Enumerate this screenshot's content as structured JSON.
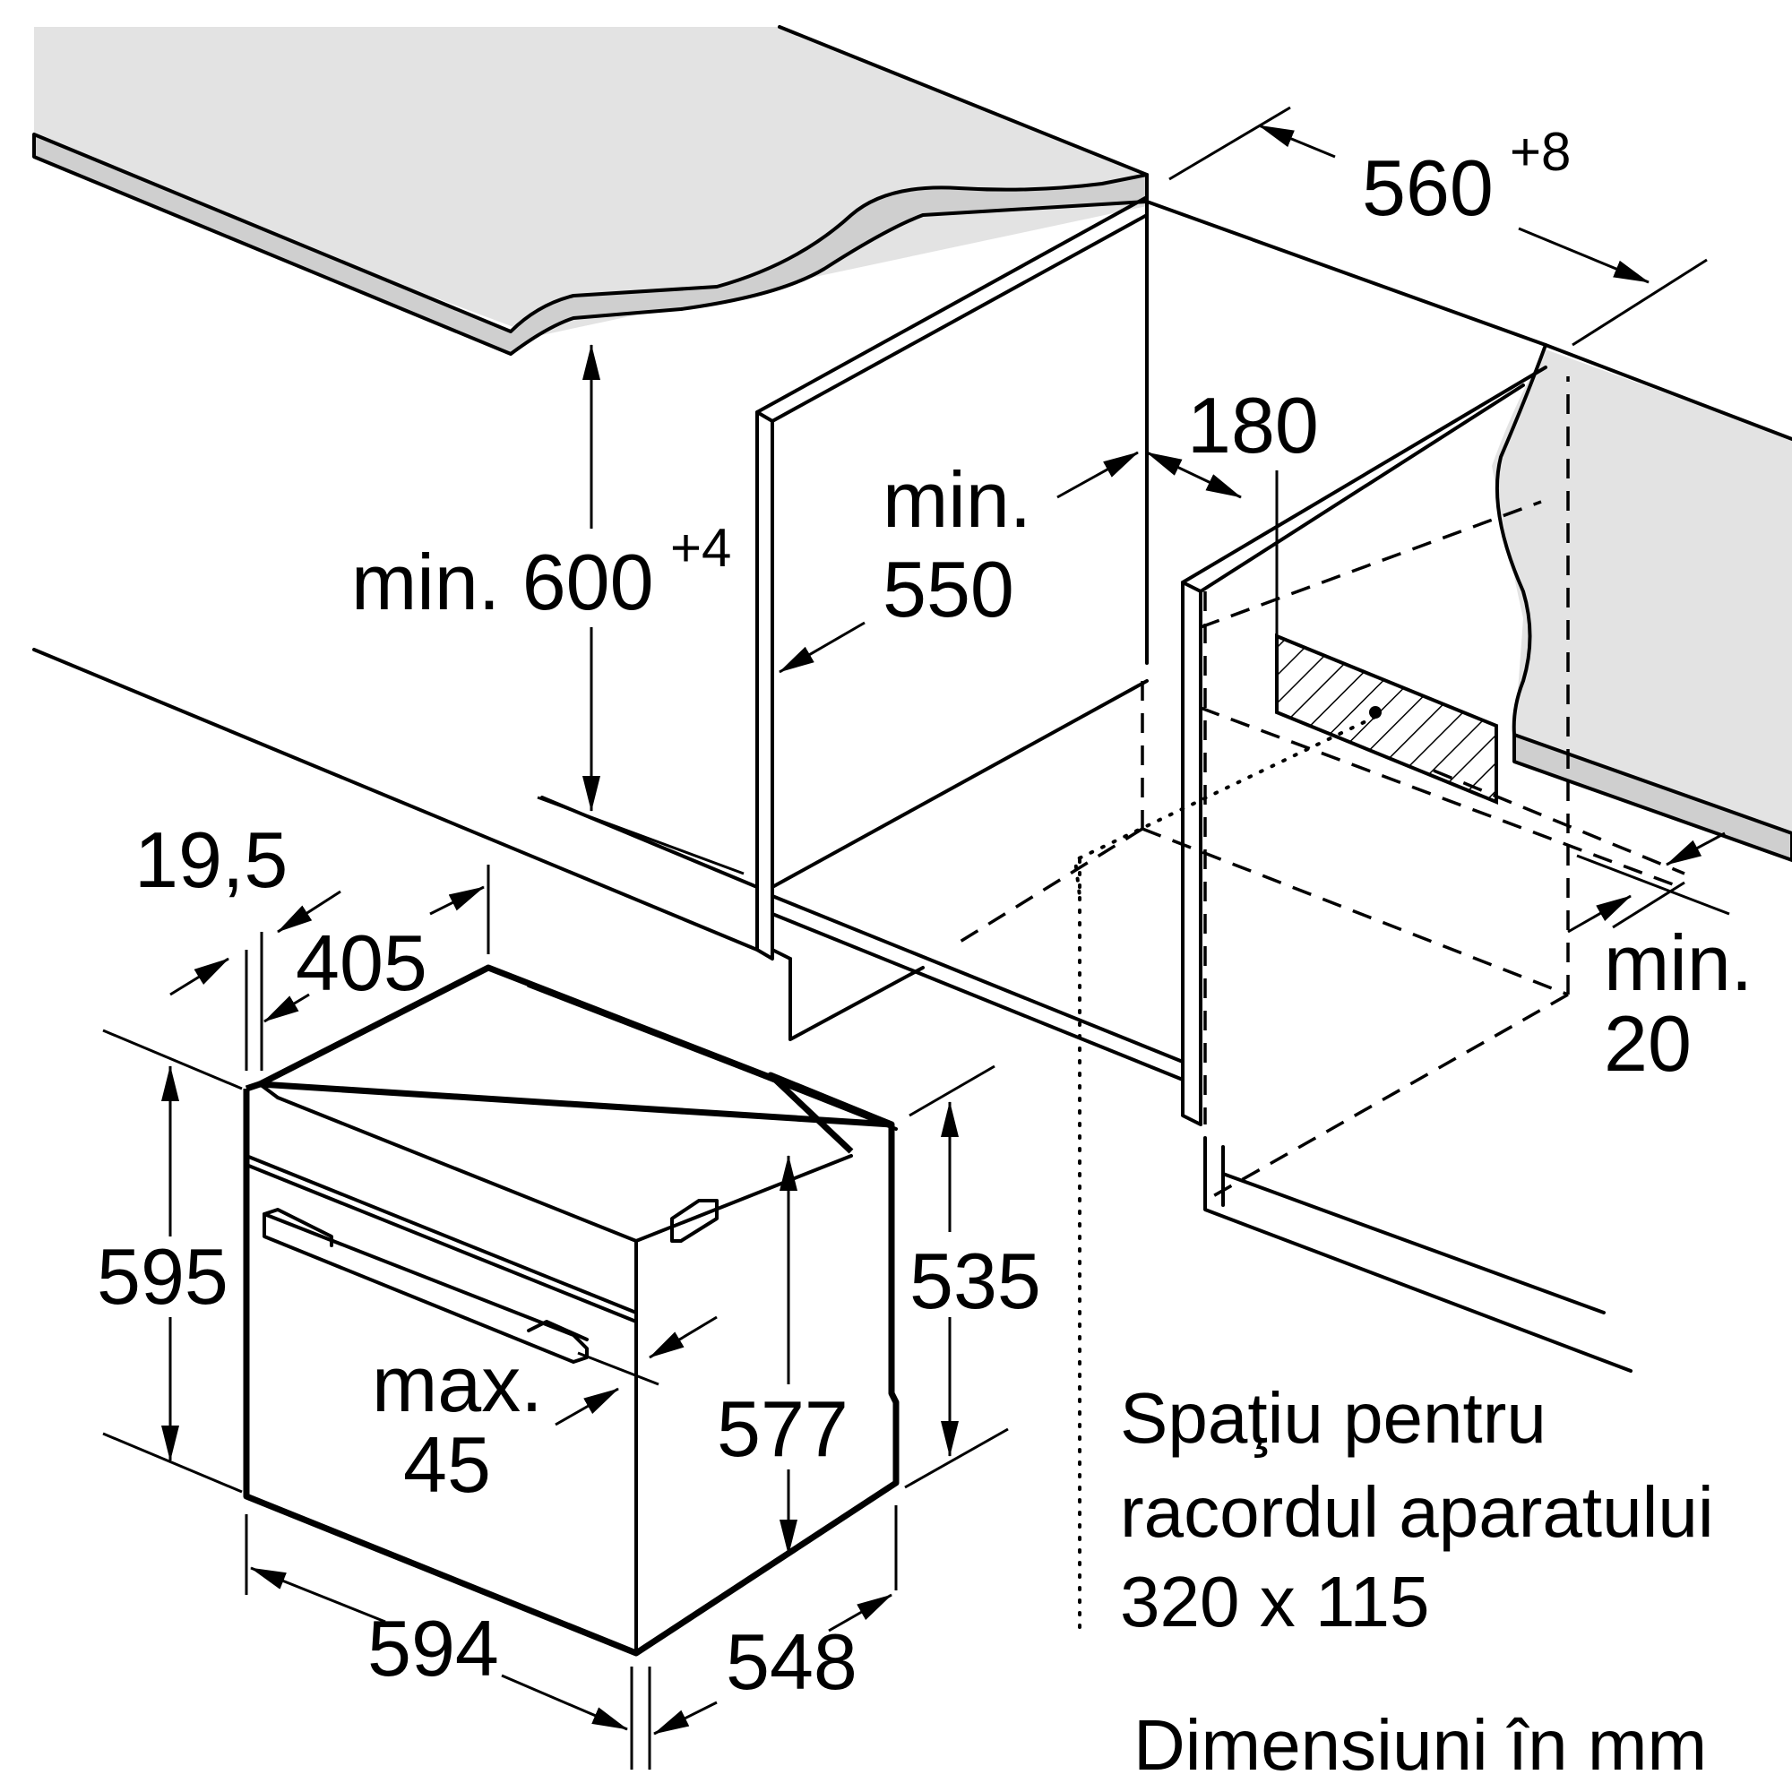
{
  "dimensions": {
    "niche_width": {
      "value": "560",
      "tolerance": "+8"
    },
    "niche_height": {
      "value": "min. 600",
      "tolerance": "+4"
    },
    "niche_depth": {
      "prefix": "min.",
      "value": "550"
    },
    "connection_offset": "180",
    "rear_gap": {
      "prefix": "min.",
      "value": "20"
    },
    "front_panel_thickness": "19,5",
    "top_rail_depth": "405",
    "oven_height": "595",
    "oven_body_height": "535",
    "oven_inner_height": "577",
    "max_projection": {
      "prefix": "max.",
      "value": "45"
    },
    "oven_width": "594",
    "oven_depth": "548"
  },
  "notes": {
    "connection_space": [
      "Spaţiu pentru",
      "racordul aparatului",
      "320 x 115"
    ],
    "units": "Dimensiuni în mm"
  }
}
